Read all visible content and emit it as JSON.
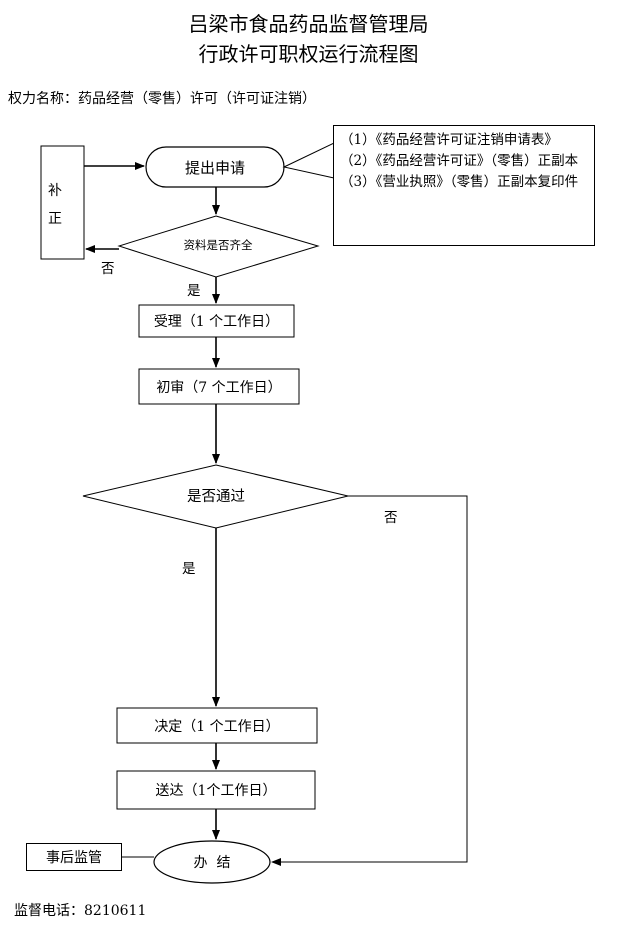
{
  "header": {
    "title_line1": "吕梁市食品药品监督管理局",
    "title_line2": "行政许可职权运行流程图",
    "power_name": "权力名称：药品经营（零售）许可（许可证注销）"
  },
  "side_box": {
    "char1": "补",
    "char2": "正"
  },
  "nodes": {
    "submit": "提出申请",
    "check": "资料是否齐全",
    "accept": "受理（1 个工作日）",
    "review": "初审（7 个工作日）",
    "pass": "是否通过",
    "decide": "决定（1 个工作日）",
    "deliver": "送达（1个工作日）",
    "finish": "办  结",
    "supervise": "事后监管"
  },
  "labels": {
    "no_1": "否",
    "yes_1": "是",
    "no_2": "否",
    "yes_2": "是"
  },
  "documents": [
    "（1）《药品经营许可证注销申请表》",
    "（2）《药品经营许可证》（零售）正副本",
    "（3）《营业执照》（零售）正副本复印件"
  ],
  "footer": {
    "phone": "监督电话：8210611"
  }
}
